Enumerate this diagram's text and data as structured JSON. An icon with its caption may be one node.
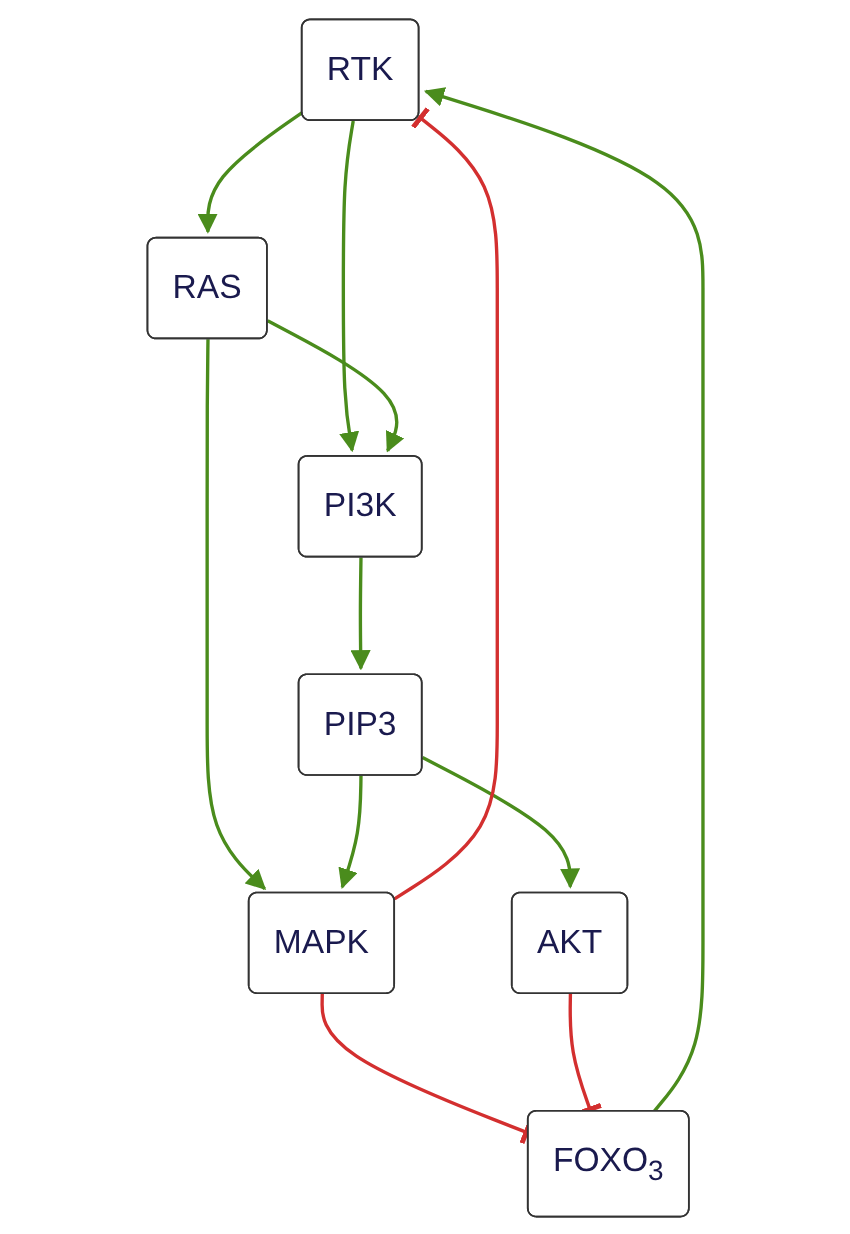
{
  "diagram": {
    "nodes": [
      {
        "text": [
          "RTK"
        ]
      },
      {
        "text": [
          "RAS"
        ]
      },
      {
        "text": [
          "PI3K"
        ]
      },
      {
        "text": [
          "MAPK"
        ]
      },
      {
        "text": [
          "PIP3"
        ]
      },
      {
        "text": [
          "FOXO$_{3}$"
        ]
      },
      {
        "text": [
          "AKT"
        ]
      }
    ],
    "edges": [
      {
        "from": 0,
        "to": 1,
        "arrow": "to"
      },
      {
        "from": 0,
        "to": 2,
        "arrow": "to"
      },
      {
        "from": 1,
        "to": 2,
        "arrow": "to"
      },
      {
        "from": 1,
        "to": 3,
        "arrow": "to"
      },
      {
        "from": 2,
        "to": 4,
        "arrow": "to"
      },
      {
        "from": 4,
        "to": 3,
        "arrow": "to"
      },
      {
        "from": 4,
        "to": 6,
        "arrow": "to"
      },
      {
        "from": 3,
        "to": 0,
        "arrow": "other",
        "color": "#d32f2f"
      },
      {
        "from": 3,
        "to": 5,
        "arrow": "other",
        "color": "#d32f2f"
      },
      {
        "from": 6,
        "to": 5,
        "arrow": "other",
        "color": "#d32f2f"
      },
      {
        "from": 5,
        "to": 0,
        "arrow": "to"
      }
    ]
  }
}
